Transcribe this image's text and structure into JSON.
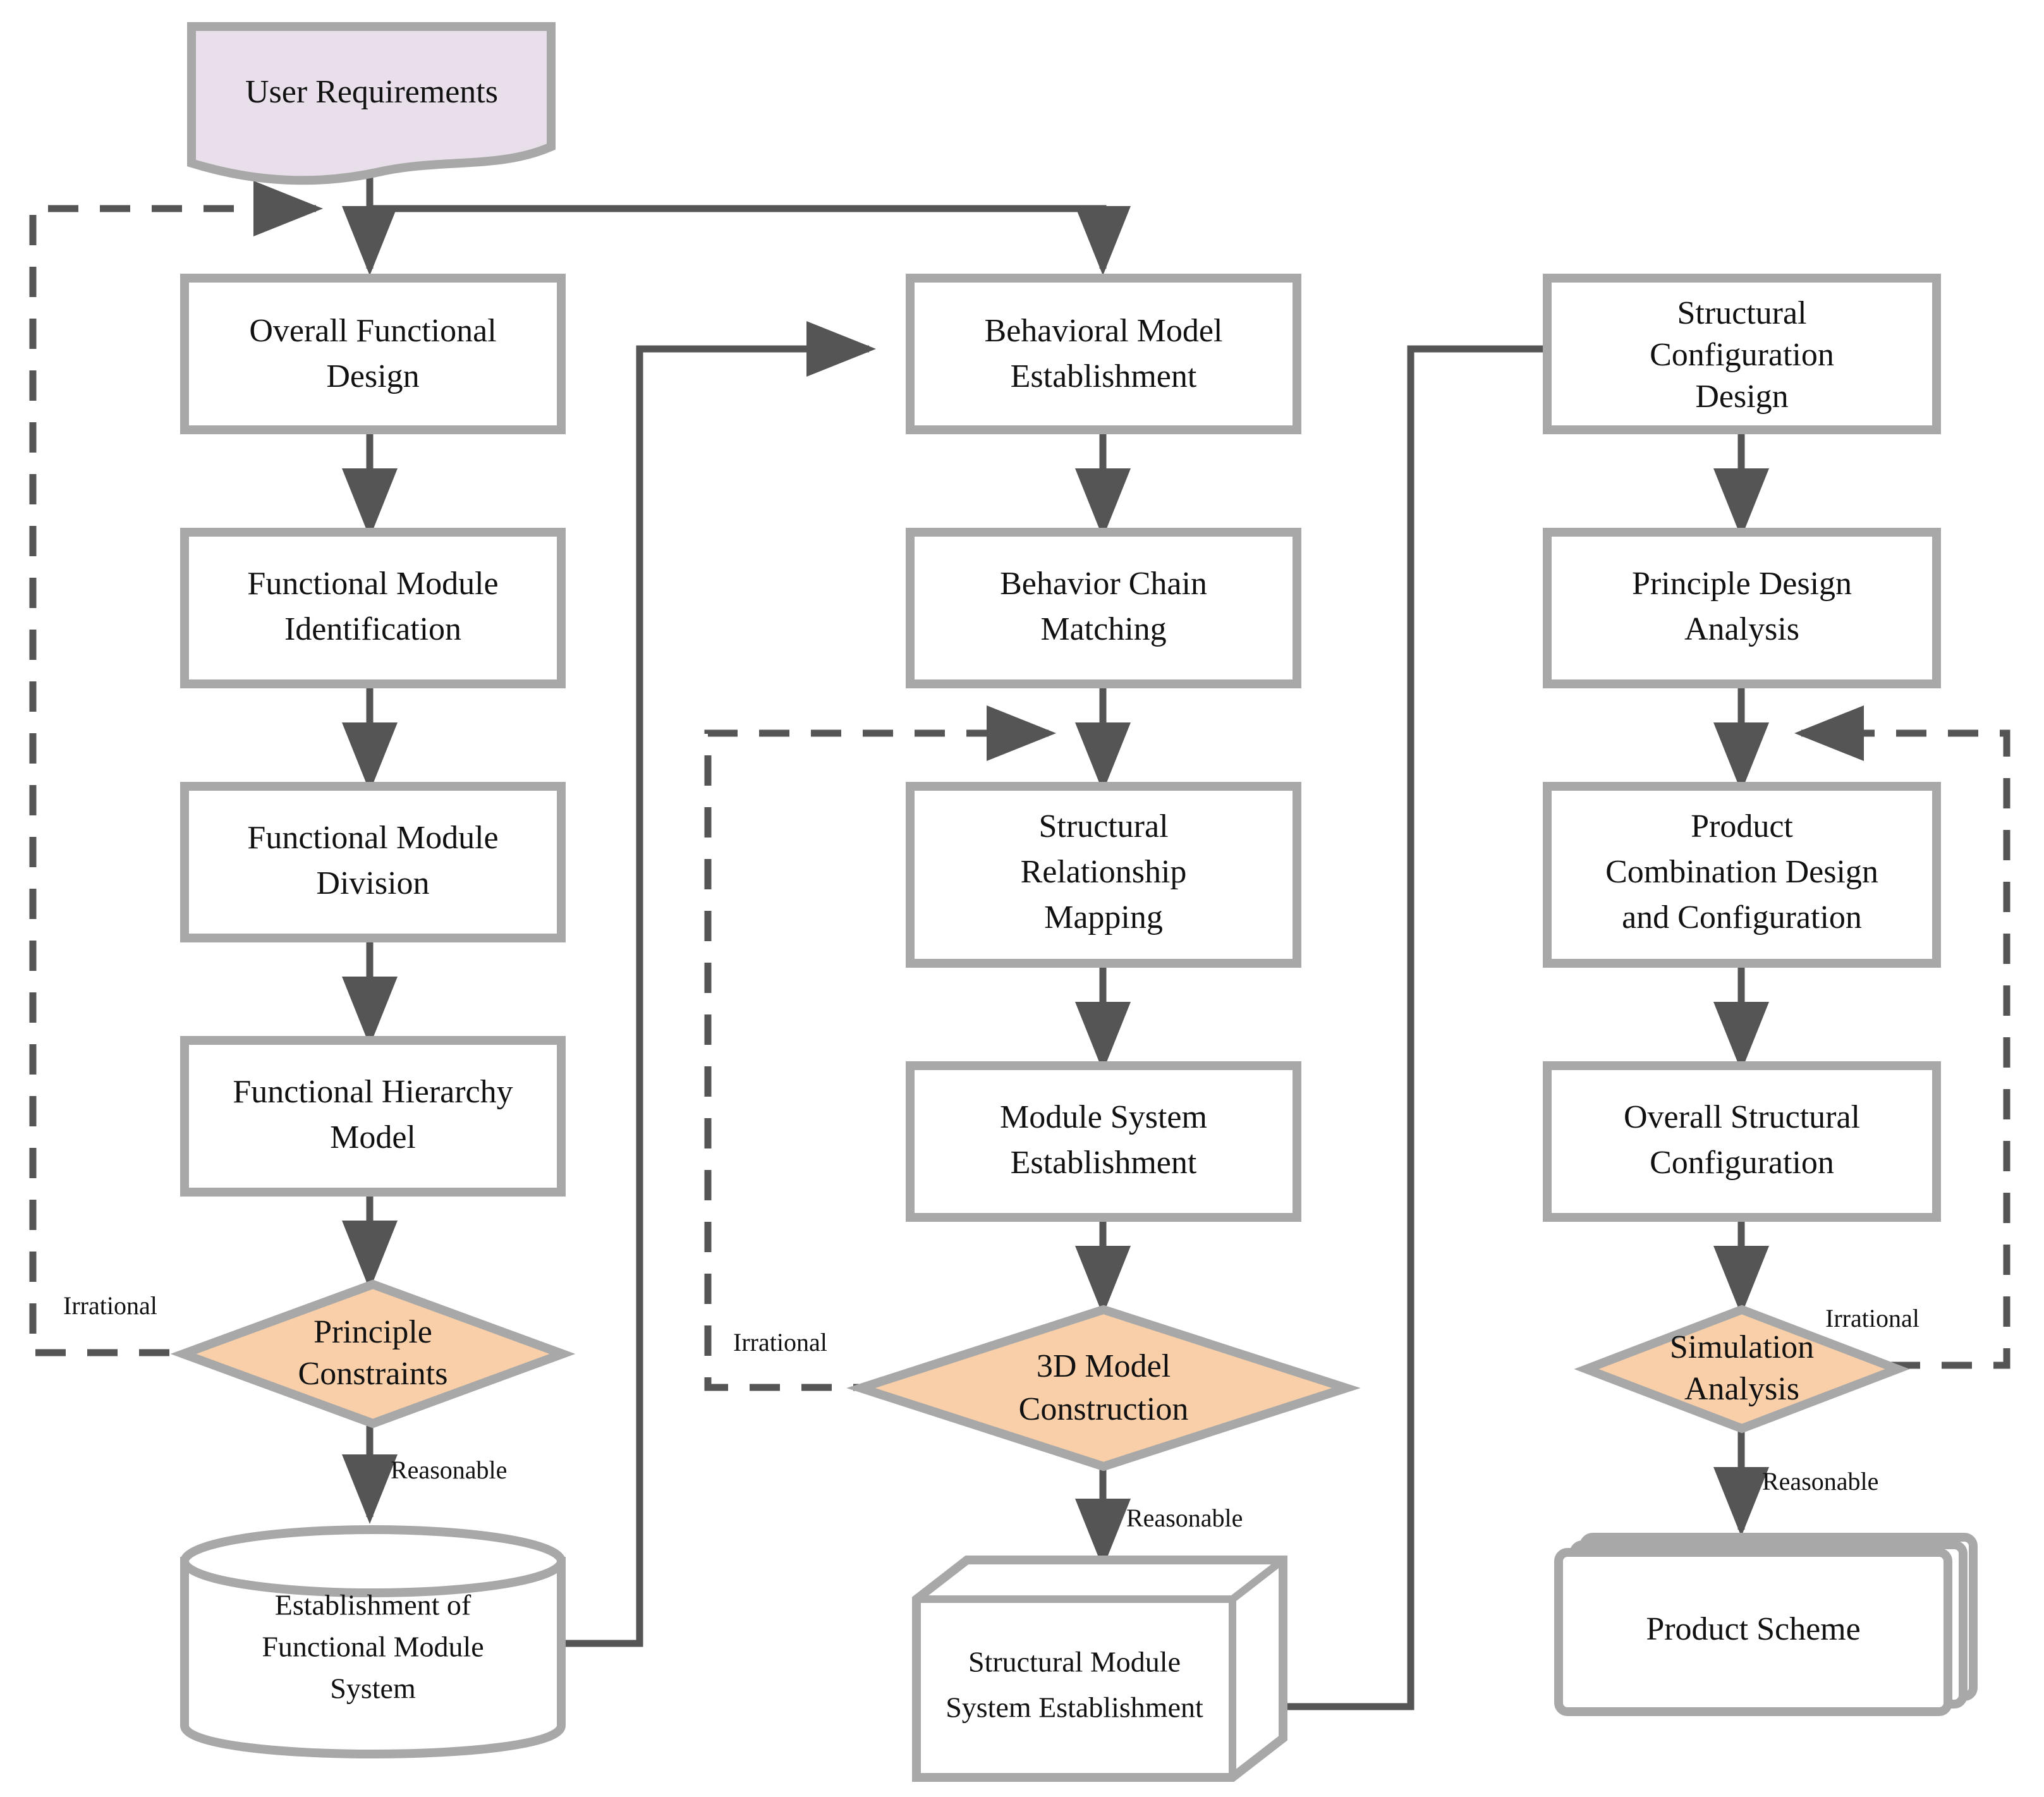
{
  "diagram": {
    "title": "Product Design Process Flowchart",
    "colors": {
      "shape_fill": "#ffffff",
      "shape_border": "#a8a8a8",
      "decision_fill": "#f8cfa8",
      "document_fill": "#e8dfea",
      "connector": "#555555",
      "text": "#111111"
    }
  },
  "nodes": {
    "user_requirements": {
      "label": "User Requirements",
      "shape": "document"
    },
    "overall_functional_design": {
      "label_line1": "Overall Functional",
      "label_line2": "Design",
      "shape": "process"
    },
    "functional_module_identification": {
      "label_line1": "Functional Module",
      "label_line2": "Identification",
      "shape": "process"
    },
    "functional_module_division": {
      "label_line1": "Functional Module",
      "label_line2": "Division",
      "shape": "process"
    },
    "functional_hierarchy_model": {
      "label_line1": "Functional Hierarchy",
      "label_line2": "Model",
      "shape": "process"
    },
    "principle_constraints": {
      "label_line1": "Principle",
      "label_line2": "Constraints",
      "shape": "decision"
    },
    "establishment_functional_module_system": {
      "label_line1": "Establishment of",
      "label_line2": "Functional Module",
      "label_line3": "System",
      "shape": "database"
    },
    "behavioral_model_establishment": {
      "label_line1": "Behavioral Model",
      "label_line2": "Establishment",
      "shape": "process"
    },
    "behavior_chain_matching": {
      "label_line1": "Behavior Chain",
      "label_line2": "Matching",
      "shape": "process"
    },
    "structural_relationship_mapping": {
      "label_line1": "Structural",
      "label_line2": "Relationship",
      "label_line3": "Mapping",
      "shape": "process"
    },
    "module_system_establishment": {
      "label_line1": "Module System",
      "label_line2": "Establishment",
      "shape": "process"
    },
    "model_3d_construction": {
      "label_line1": "3D Model",
      "label_line2": "Construction",
      "shape": "decision"
    },
    "structural_module_system_establishment": {
      "label_line1": "Structural Module",
      "label_line2": "System Establishment",
      "shape": "cube"
    },
    "structural_configuration_design": {
      "label_line1": "Structural",
      "label_line2": "Configuration",
      "label_line3": "Design",
      "shape": "process"
    },
    "principle_design_analysis": {
      "label_line1": "Principle Design",
      "label_line2": "Analysis",
      "shape": "process"
    },
    "product_combination_design": {
      "label_line1": "Product",
      "label_line2": "Combination Design",
      "label_line3": "and Configuration",
      "shape": "process"
    },
    "overall_structural_configuration": {
      "label_line1": "Overall Structural",
      "label_line2": "Configuration",
      "shape": "process"
    },
    "simulation_analysis": {
      "label_line1": "Simulation",
      "label_line2": "Analysis",
      "shape": "decision"
    },
    "product_scheme": {
      "label": "Product Scheme",
      "shape": "multidoc"
    }
  },
  "edge_labels": {
    "irrational_left": "Irrational",
    "irrational_middle": "Irrational",
    "irrational_right": "Irrational",
    "reasonable_left": "Reasonable",
    "reasonable_middle": "Reasonable",
    "reasonable_right": "Reasonable"
  }
}
